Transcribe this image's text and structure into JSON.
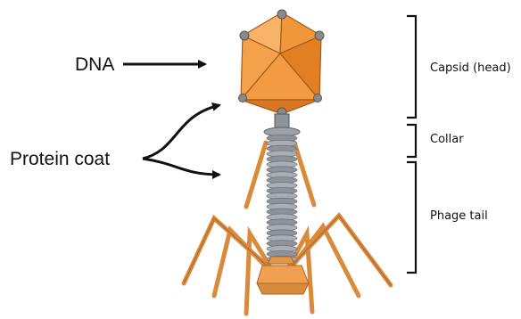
{
  "labels": {
    "dna": "DNA",
    "protein_coat": "Protein coat",
    "capsid": "Capsid (head)",
    "collar": "Collar",
    "phage_tail": "Phage tail"
  },
  "colors": {
    "capsid_light": "#f4a24a",
    "capsid_mid": "#e88a2c",
    "capsid_dark": "#c9701e",
    "vertex": "#8a8a8a",
    "tail_ring_light": "#a9adb4",
    "tail_ring_dark": "#6f747c",
    "fiber": "#d98a3a",
    "fiber_dark": "#a5652a",
    "line": "#111111"
  }
}
